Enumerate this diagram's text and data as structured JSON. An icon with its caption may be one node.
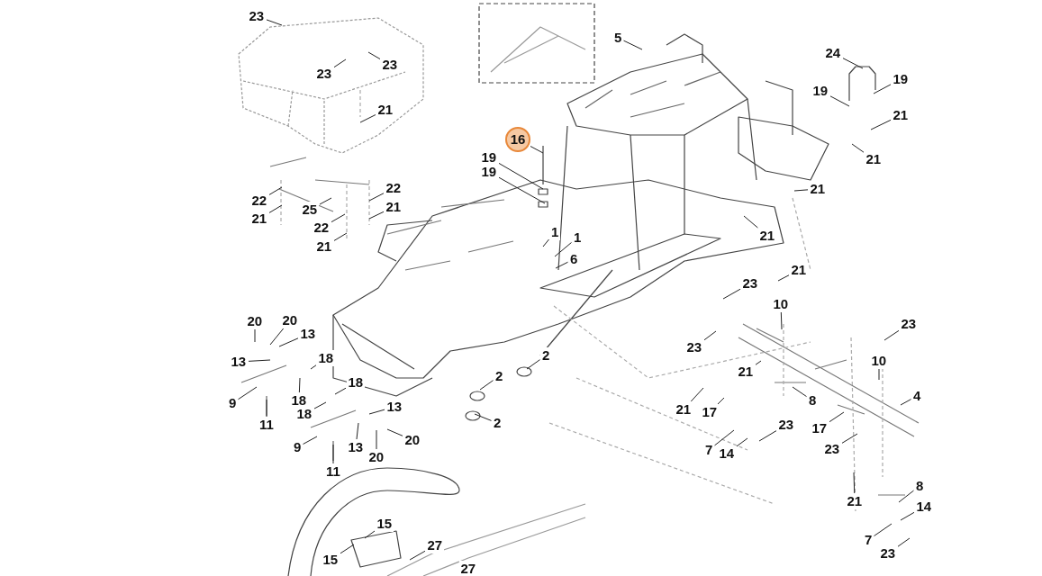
{
  "diagram": {
    "nodes": [
      {
        "text": [
          "23"
        ]
      },
      {
        "text": [
          "23"
        ]
      },
      {
        "text": [
          "23"
        ]
      },
      {
        "text": [
          "21"
        ]
      },
      {
        "text": [
          "22"
        ]
      },
      {
        "text": [
          "21"
        ]
      },
      {
        "text": [
          "25"
        ]
      },
      {
        "text": [
          "22"
        ]
      },
      {
        "text": [
          "22"
        ]
      },
      {
        "text": [
          "21"
        ]
      },
      {
        "text": [
          "21"
        ]
      },
      {
        "text": [
          "16"
        ]
      },
      {
        "text": [
          "19"
        ]
      },
      {
        "text": [
          "19"
        ]
      },
      {
        "text": [
          "1"
        ]
      },
      {
        "text": [
          "1"
        ]
      },
      {
        "text": [
          "6"
        ]
      },
      {
        "text": [
          "5"
        ]
      },
      {
        "text": [
          "24"
        ]
      },
      {
        "text": [
          "19"
        ]
      },
      {
        "text": [
          "19"
        ]
      },
      {
        "text": [
          "21"
        ]
      },
      {
        "text": [
          "21"
        ]
      },
      {
        "text": [
          "21"
        ]
      },
      {
        "text": [
          "21"
        ]
      },
      {
        "text": [
          "20"
        ]
      },
      {
        "text": [
          "20"
        ]
      },
      {
        "text": [
          "13"
        ]
      },
      {
        "text": [
          "13"
        ]
      },
      {
        "text": [
          "18"
        ]
      },
      {
        "text": [
          "9"
        ]
      },
      {
        "text": [
          "11"
        ]
      },
      {
        "text": [
          "18"
        ]
      },
      {
        "text": [
          "18"
        ]
      },
      {
        "text": [
          "18"
        ]
      },
      {
        "text": [
          "13"
        ]
      },
      {
        "text": [
          "9"
        ]
      },
      {
        "text": [
          "13"
        ]
      },
      {
        "text": [
          "20"
        ]
      },
      {
        "text": [
          "20"
        ]
      },
      {
        "text": [
          "11"
        ]
      },
      {
        "text": [
          "2"
        ]
      },
      {
        "text": [
          "2"
        ]
      },
      {
        "text": [
          "2"
        ]
      },
      {
        "text": [
          "21"
        ]
      },
      {
        "text": [
          "23"
        ]
      },
      {
        "text": [
          "10"
        ]
      },
      {
        "text": [
          "23"
        ]
      },
      {
        "text": [
          "21"
        ]
      },
      {
        "text": [
          "21"
        ]
      },
      {
        "text": [
          "17"
        ]
      },
      {
        "text": [
          "8"
        ]
      },
      {
        "text": [
          "23"
        ]
      },
      {
        "text": [
          "10"
        ]
      },
      {
        "text": [
          "4"
        ]
      },
      {
        "text": [
          "17"
        ]
      },
      {
        "text": [
          "23"
        ]
      },
      {
        "text": [
          "23"
        ]
      },
      {
        "text": [
          "7"
        ]
      },
      {
        "text": [
          "14"
        ]
      },
      {
        "text": [
          "21"
        ]
      },
      {
        "text": [
          "8"
        ]
      },
      {
        "text": [
          "14"
        ]
      },
      {
        "text": [
          "7"
        ]
      },
      {
        "text": [
          "23"
        ]
      },
      {
        "text": [
          "15"
        ]
      },
      {
        "text": [
          "15"
        ]
      },
      {
        "text": [
          "27"
        ]
      },
      {
        "text": [
          "27"
        ]
      }
    ],
    "edges": [
      {
        "from": 0,
        "to": null,
        "arrow": "none"
      },
      {
        "from": 1,
        "to": null,
        "arrow": "none"
      },
      {
        "from": 2,
        "to": null,
        "arrow": "none"
      },
      {
        "from": 3,
        "to": null,
        "arrow": "none"
      },
      {
        "from": 4,
        "to": null,
        "arrow": "none"
      },
      {
        "from": 5,
        "to": null,
        "arrow": "none"
      },
      {
        "from": 6,
        "to": null,
        "arrow": "none"
      },
      {
        "from": 7,
        "to": null,
        "arrow": "none"
      },
      {
        "from": 8,
        "to": null,
        "arrow": "none"
      },
      {
        "from": 9,
        "to": null,
        "arrow": "none"
      },
      {
        "from": 10,
        "to": null,
        "arrow": "none"
      },
      {
        "from": 11,
        "to": null,
        "arrow": "none"
      },
      {
        "from": 12,
        "to": null,
        "arrow": "none"
      },
      {
        "from": 13,
        "to": null,
        "arrow": "none"
      },
      {
        "from": 14,
        "to": null,
        "arrow": "none"
      },
      {
        "from": 15,
        "to": null,
        "arrow": "none"
      },
      {
        "from": 16,
        "to": null,
        "arrow": "none"
      },
      {
        "from": 17,
        "to": null,
        "arrow": "none"
      },
      {
        "from": 18,
        "to": null,
        "arrow": "none"
      },
      {
        "from": 19,
        "to": null,
        "arrow": "none"
      },
      {
        "from": 20,
        "to": null,
        "arrow": "none"
      },
      {
        "from": 21,
        "to": null,
        "arrow": "none"
      },
      {
        "from": 22,
        "to": null,
        "arrow": "none"
      },
      {
        "from": 23,
        "to": null,
        "arrow": "none"
      },
      {
        "from": 24,
        "to": null,
        "arrow": "none"
      },
      {
        "from": 25,
        "to": null,
        "arrow": "none"
      },
      {
        "from": 26,
        "to": null,
        "arrow": "none"
      },
      {
        "from": 27,
        "to": null,
        "arrow": "none"
      },
      {
        "from": 28,
        "to": null,
        "arrow": "none"
      },
      {
        "from": 29,
        "to": null,
        "arrow": "none"
      },
      {
        "from": 30,
        "to": null,
        "arrow": "none"
      },
      {
        "from": 31,
        "to": null,
        "arrow": "none"
      },
      {
        "from": 32,
        "to": null,
        "arrow": "none"
      },
      {
        "from": 33,
        "to": null,
        "arrow": "none"
      },
      {
        "from": 34,
        "to": null,
        "arrow": "none"
      },
      {
        "from": 35,
        "to": null,
        "arrow": "none"
      },
      {
        "from": 36,
        "to": null,
        "arrow": "none"
      },
      {
        "from": 37,
        "to": null,
        "arrow": "none"
      },
      {
        "from": 38,
        "to": null,
        "arrow": "none"
      },
      {
        "from": 39,
        "to": null,
        "arrow": "none"
      },
      {
        "from": 40,
        "to": null,
        "arrow": "none"
      },
      {
        "from": 41,
        "to": null,
        "arrow": "none"
      },
      {
        "from": 42,
        "to": null,
        "arrow": "none"
      },
      {
        "from": 43,
        "to": null,
        "arrow": "none"
      },
      {
        "from": 44,
        "to": null,
        "arrow": "none"
      },
      {
        "from": 45,
        "to": null,
        "arrow": "none"
      },
      {
        "from": 46,
        "to": null,
        "arrow": "none"
      },
      {
        "from": 47,
        "to": null,
        "arrow": "none"
      },
      {
        "from": 48,
        "to": null,
        "arrow": "none"
      },
      {
        "from": 49,
        "to": null,
        "arrow": "none"
      },
      {
        "from": 50,
        "to": null,
        "arrow": "none"
      },
      {
        "from": 51,
        "to": null,
        "arrow": "none"
      },
      {
        "from": 52,
        "to": null,
        "arrow": "none"
      },
      {
        "from": 53,
        "to": null,
        "arrow": "none"
      },
      {
        "from": 54,
        "to": null,
        "arrow": "none"
      },
      {
        "from": 55,
        "to": null,
        "arrow": "none"
      },
      {
        "from": 56,
        "to": null,
        "arrow": "none"
      },
      {
        "from": 57,
        "to": null,
        "arrow": "none"
      },
      {
        "from": 58,
        "to": null,
        "arrow": "none"
      },
      {
        "from": 59,
        "to": null,
        "arrow": "none"
      },
      {
        "from": 60,
        "to": null,
        "arrow": "none"
      },
      {
        "from": 61,
        "to": null,
        "arrow": "none"
      },
      {
        "from": 62,
        "to": null,
        "arrow": "none"
      },
      {
        "from": 63,
        "to": null,
        "arrow": "none"
      },
      {
        "from": 64,
        "to": null,
        "arrow": "none"
      },
      {
        "from": 65,
        "to": null,
        "arrow": "none"
      },
      {
        "from": 66,
        "to": null,
        "arrow": "none"
      },
      {
        "from": 67,
        "to": null,
        "arrow": "none"
      }
    ]
  }
}
